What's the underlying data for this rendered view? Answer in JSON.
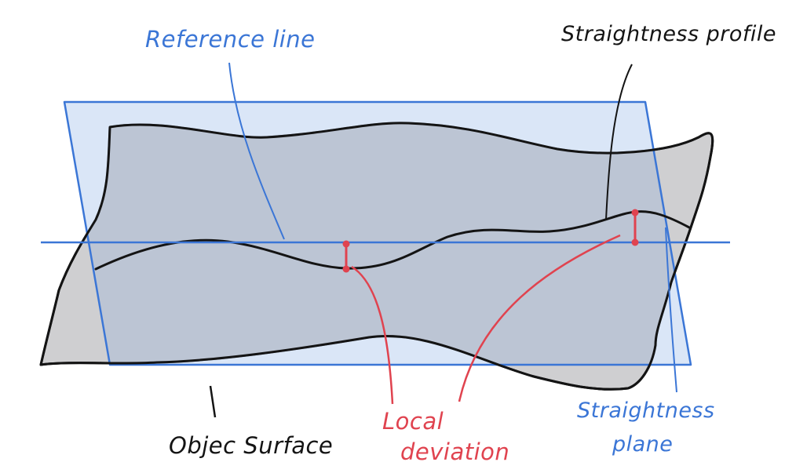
{
  "labels": {
    "reference_line": "Reference line",
    "straightness_profile": "Straightness profile",
    "local_deviation_1": "Local",
    "local_deviation_2": "deviation",
    "straightness_plane_1": "Straightness",
    "straightness_plane_2": "plane",
    "object_surface": "Objec Surface"
  },
  "colors": {
    "blue": "#3b76d6",
    "red": "#e0434f",
    "black": "#141414",
    "surface_fill": "#cfcfd1",
    "plane_fill": "#c6d8f3",
    "overlap_fill": "#bcc5d4"
  }
}
